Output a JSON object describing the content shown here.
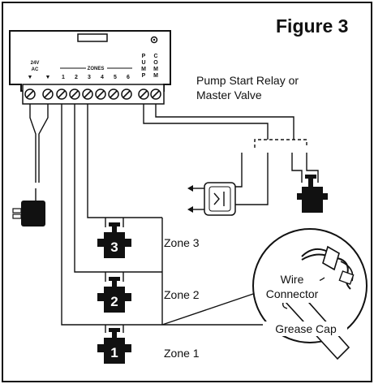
{
  "figure": {
    "title": "Figure 3",
    "relay_label_line1": "Pump Start Relay or",
    "relay_label_line2": "Master Valve",
    "zone_labels": [
      "Zone 3",
      "Zone 2",
      "Zone 1"
    ],
    "valve_numbers": [
      "3",
      "2",
      "1"
    ],
    "callout_line1": "Wire",
    "callout_line2": "Connector",
    "callout_cap": "Grease Cap"
  },
  "controller": {
    "power_label": "24V",
    "power_sub": "AC",
    "zones_heading": "ZONES",
    "zone_numbers": [
      "1",
      "2",
      "3",
      "4",
      "5",
      "6"
    ],
    "pump_letters": [
      "P",
      "U",
      "M",
      "P"
    ],
    "comm_letters": [
      "C",
      "O",
      "M",
      "M"
    ]
  },
  "colors": {
    "ink": "#111111",
    "panel": "#ffffff"
  }
}
